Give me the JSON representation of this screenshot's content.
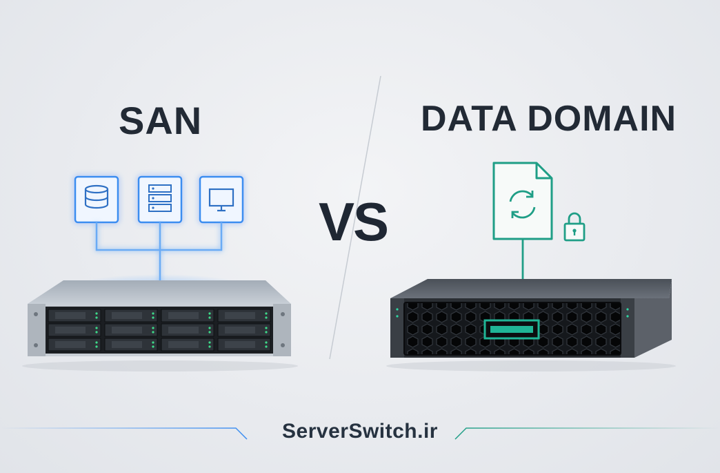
{
  "comparison": {
    "left_title": "SAN",
    "right_title": "DATA DOMAIN",
    "versus": "VS"
  },
  "footer": {
    "brand": "ServerSwitch.ir"
  },
  "icons": {
    "san_nodes": [
      "database-icon",
      "server-rack-icon",
      "monitor-icon"
    ],
    "data_domain": [
      "file-sync-icon",
      "padlock-icon"
    ]
  },
  "colors": {
    "san_accent": "#3b8df0",
    "data_domain_accent": "#1f9e86",
    "text_dark": "#222a35"
  }
}
